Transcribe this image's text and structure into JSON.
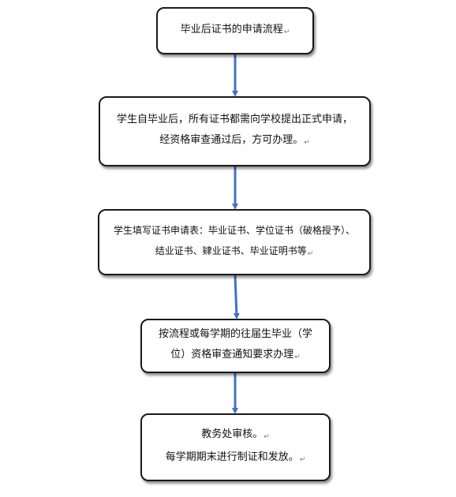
{
  "flowchart": {
    "paragraph_mark": "↵",
    "arrow_color": "#4472C4",
    "steps": [
      {
        "lines": [
          "毕业后证书的申请流程"
        ]
      },
      {
        "lines": [
          "学生自毕业后，所有证书都需向学校提出正式申请，",
          "经资格审查通过后，方可办理。"
        ]
      },
      {
        "lines": [
          "学生填写证书申请表：毕业证书、学位证书（破格授予）、",
          "结业证书、肄业证书、毕业证明书等"
        ]
      },
      {
        "lines": [
          "按流程或每学期的往届生毕业（学",
          "位）资格审查通知要求办理"
        ]
      },
      {
        "lines": [
          "教务处审核。",
          "每学期期末进行制证和发放。"
        ]
      }
    ]
  }
}
